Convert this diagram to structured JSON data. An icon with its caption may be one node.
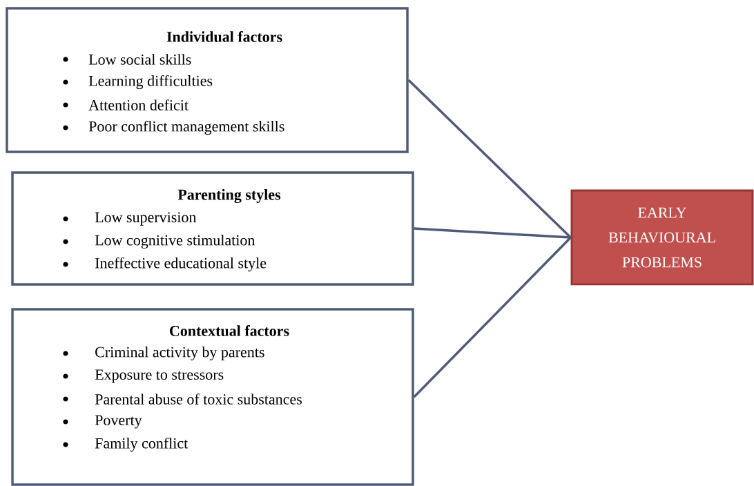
{
  "diagram": {
    "nodes": [
      {
        "text": [
          "Individual factors",
          "Low social skills",
          "Learning difficulties",
          "Attention deficit",
          "Poor conflict management skills"
        ]
      },
      {
        "text": [
          "Parenting styles",
          "Low supervision",
          "Low cognitive stimulation",
          "Ineffective educational style"
        ]
      },
      {
        "text": [
          "Contextual factors",
          "Criminal activity by parents",
          "Exposure to stressors",
          "Parental abuse of toxic substances",
          "Poverty",
          "Family conflict"
        ]
      },
      {
        "text": [
          "EARLY BEHAVIOURAL PROBLEMS"
        ]
      }
    ],
    "edges": [
      {
        "from": 0,
        "to": 3,
        "arrow": "none"
      },
      {
        "from": 1,
        "to": 3,
        "arrow": "none"
      },
      {
        "from": 2,
        "to": 3,
        "arrow": "none"
      }
    ]
  }
}
